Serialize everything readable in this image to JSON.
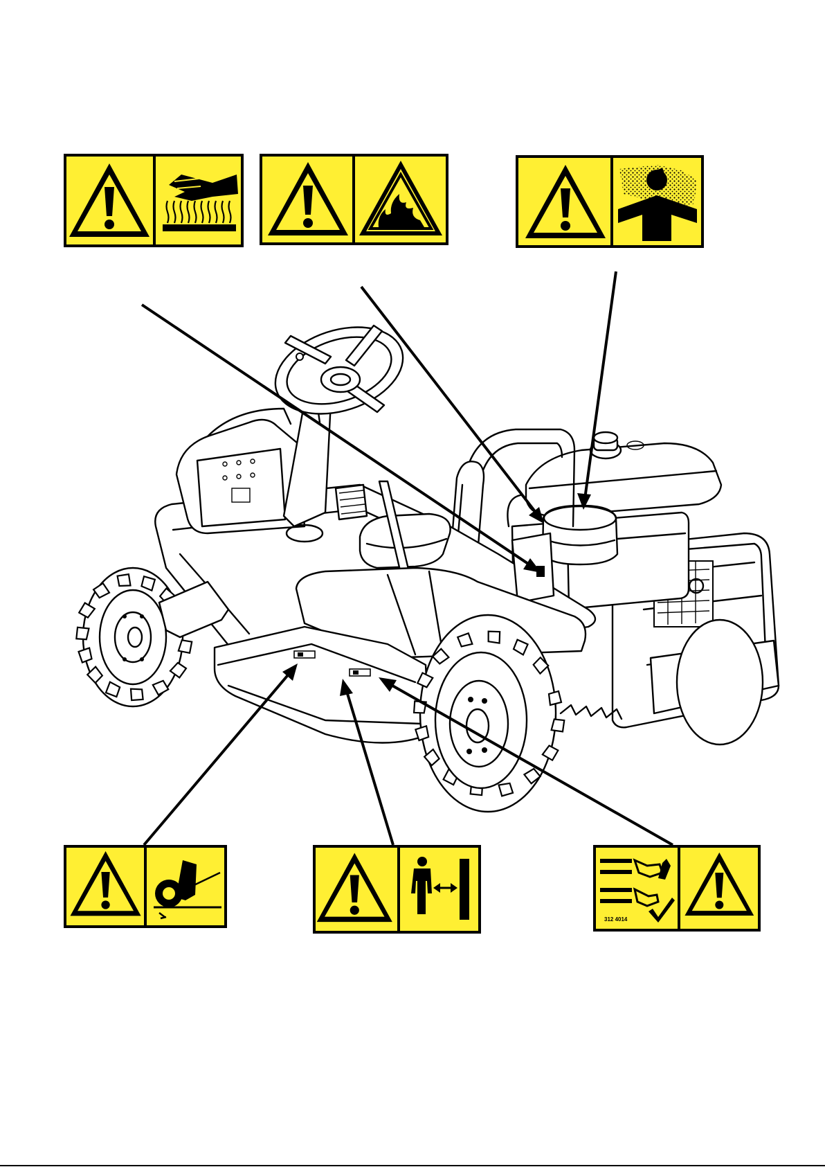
{
  "colors": {
    "decal_yellow": "#ffef33",
    "decal_black": "#000000",
    "line_art": "#000000",
    "background": "#ffffff"
  },
  "decals": [
    {
      "id": "hot-surface",
      "icons": [
        "warning-triangle-icon",
        "hot-surface-hand-icon"
      ]
    },
    {
      "id": "fire-hazard",
      "icons": [
        "warning-triangle-icon",
        "fire-hazard-icon"
      ]
    },
    {
      "id": "toxic-fumes",
      "icons": [
        "warning-triangle-icon",
        "toxic-fumes-icon"
      ]
    },
    {
      "id": "rotating-blade",
      "icons": [
        "warning-triangle-icon",
        "rotating-blade-foot-icon"
      ]
    },
    {
      "id": "keep-distance",
      "icons": [
        "warning-triangle-icon",
        "keep-distance-person-icon"
      ]
    },
    {
      "id": "pedal-position",
      "icons": [
        "pedal-position-icon",
        "warning-triangle-icon"
      ],
      "code": "312 4014"
    }
  ],
  "illustration": {
    "subject": "ride-on-mower-icon"
  }
}
